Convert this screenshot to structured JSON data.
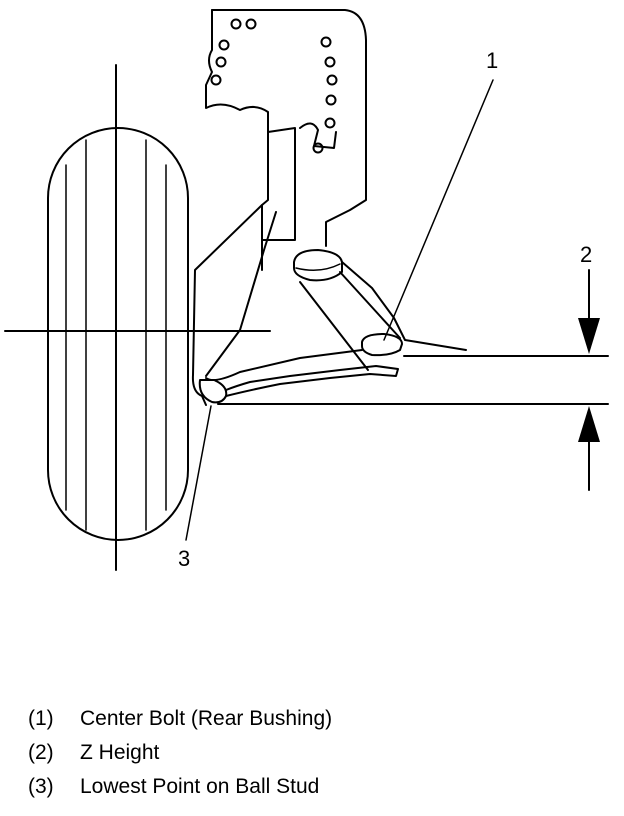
{
  "callouts": {
    "c1": "1",
    "c2": "2",
    "c3": "3"
  },
  "legend": [
    {
      "num": "(1)",
      "text": "Center Bolt (Rear Bushing)"
    },
    {
      "num": "(2)",
      "text": "Z Height"
    },
    {
      "num": "(3)",
      "text": "Lowest Point on Ball Stud"
    }
  ]
}
